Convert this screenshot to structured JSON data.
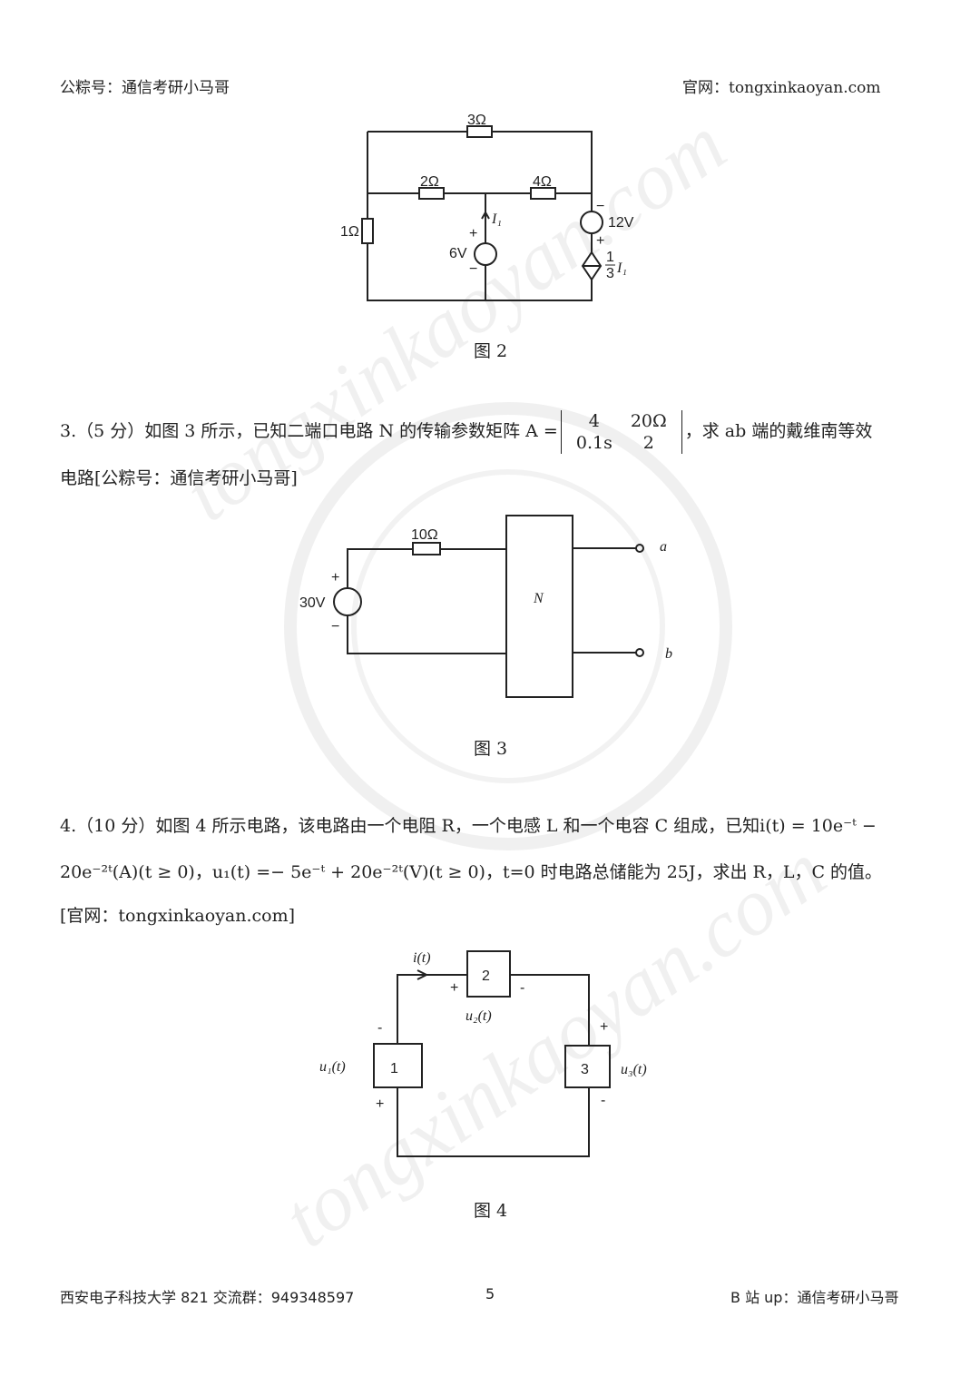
{
  "header": {
    "left": "公粽号：通信考研小马哥",
    "right": "官网：tongxinkaoyan.com"
  },
  "watermark": "tongxinkaoyan.com",
  "figure2": {
    "caption": "图 2",
    "labels": {
      "r3": "3Ω",
      "r2": "2Ω",
      "r4": "4Ω",
      "r1": "1Ω",
      "v6": "6V",
      "v12": "12V",
      "i1": "I₁",
      "dep_num": "1",
      "dep_den": "3",
      "dep_var": "I₁",
      "plus": "+",
      "minus": "−"
    }
  },
  "problem3": {
    "text_before": "3.（5 分）如图 3 所示，已知二端口电路 N 的传输参数矩阵 A =",
    "matrix": [
      [
        "4",
        "20Ω"
      ],
      [
        "0.1s",
        "2"
      ]
    ],
    "text_after": "，求 ab 端的戴维南等效",
    "line2": "电路[公粽号：通信考研小马哥]"
  },
  "figure3": {
    "caption": "图 3",
    "labels": {
      "r10": "10Ω",
      "v30": "30V",
      "n": "N",
      "a": "a",
      "b": "b",
      "plus": "+",
      "minus": "−"
    }
  },
  "problem4": {
    "line1": "4.（10 分）如图 4 所示电路，该电路由一个电阻 R，一个电感 L 和一个电容 C 组成，已知i(t) = 10e⁻ᵗ −",
    "line2": "20e⁻²ᵗ(A)(t ≥ 0)，u₁(t) =− 5e⁻ᵗ + 20e⁻²ᵗ(V)(t ≥ 0)，t=0 时电路总储能为 25J，求出 R，L，C 的值。",
    "line3": "[官网：tongxinkaoyan.com]"
  },
  "figure4": {
    "caption": "图 4",
    "labels": {
      "it": "i(t)",
      "box1": "1",
      "box2": "2",
      "box3": "3",
      "u1": "u₁(t)",
      "u2": "u₂(t)",
      "u3": "u₃(t)",
      "plus": "+",
      "minus": "-"
    }
  },
  "footer": {
    "left": "西安电子科技大学 821 交流群：949348597",
    "page": "5",
    "right": "B 站 up：通信考研小马哥"
  }
}
